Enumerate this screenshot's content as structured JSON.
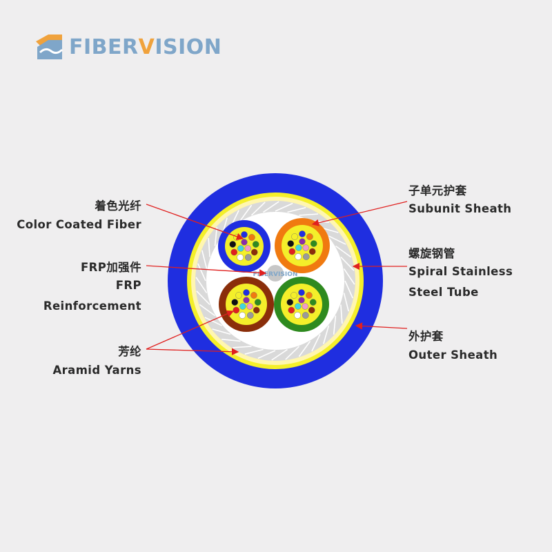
{
  "logo": {
    "text_a": "FIBER",
    "text_v": "V",
    "text_b": "ISION",
    "watermark": "FIBERVISION"
  },
  "labels": {
    "color_coated_fiber_cn": "着色光纤",
    "color_coated_fiber_en": "Color Coated Fiber",
    "frp_cn": "FRP加强件",
    "frp_en_1": "FRP",
    "frp_en_2": "Reinforcement",
    "aramid_cn": "芳纶",
    "aramid_en": "Aramid Yarns",
    "subunit_cn": "子单元护套",
    "subunit_en": "Subunit Sheath",
    "spiral_cn": "螺旋钢管",
    "spiral_en_1": "Spiral Stainless",
    "spiral_en_2": "Steel Tube",
    "outer_cn": "外护套",
    "outer_en": "Outer Sheath"
  },
  "colors": {
    "outer_sheath": "#1f2ee0",
    "aramid": "#f4ef2a",
    "spiral_tube": "#d9d9d9",
    "core": "#ffffff",
    "arrow": "#e0201f",
    "subunit_blue": "#1f2ee0",
    "subunit_orange": "#f07a10",
    "subunit_brown": "#8a2e0a",
    "subunit_green": "#2e8a1f",
    "subunit_inner": "#f4ef2a",
    "frp": "#c7c7c7"
  },
  "fiber_colors": [
    "#1f2ee0",
    "#f07a10",
    "#2e8a1f",
    "#8a2e0a",
    "#9a9a9a",
    "#ffffff",
    "#e0201f",
    "#111111",
    "#f4ef2a",
    "#8a2ea8",
    "#f29ac8",
    "#3fd6e0"
  ]
}
